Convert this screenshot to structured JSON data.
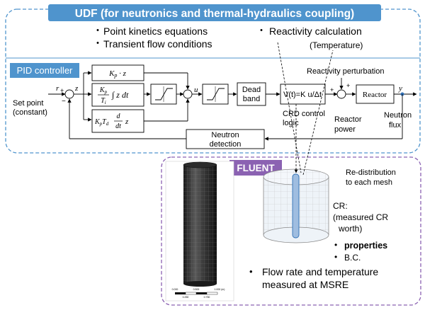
{
  "udf": {
    "title": "UDF (for neutronics and thermal-hydraulics coupling)",
    "bullets": [
      "Point kinetics equations",
      "Transient flow conditions",
      "Reactivity calculation"
    ],
    "reactivity_sub": "(Temperature)"
  },
  "pid": {
    "title": "PID controller",
    "setpoint_line1": "Set point",
    "setpoint_line2": "(constant)",
    "r_label": "r",
    "z_label": "z",
    "u_label": "u",
    "y_label": "y",
    "kp_block": "K_p · z",
    "ki_block": "K_p/T_i ∫ z dt",
    "kd_block": "K_p T_d d/dt z",
    "dead_band_line1": "Dead",
    "dead_band_line2": "band",
    "v_block": "V(t)=K u/Δt",
    "reactor": "Reactor",
    "reactivity_perturbation": "Reactivity perturbation",
    "crd_line1": "CRD control",
    "crd_line2": "logic",
    "reactor_power_line1": "Reactor",
    "reactor_power_line2": "power",
    "neutron_flux_line1": "Neutron",
    "neutron_flux_line2": "flux",
    "neutron_detection_line1": "Neutron",
    "neutron_detection_line2": "detection"
  },
  "fluent": {
    "title": "FLUENT",
    "redistribution_line1": "Re-distribution",
    "redistribution_line2": "to each mesh",
    "cr_line1": "CR:",
    "cr_line2": "(measured CR",
    "cr_line3": "worth)",
    "bullet_properties": "properties",
    "bullet_bc": "B.C.",
    "flow_line1": "Flow rate and temperature",
    "flow_line2": "measured at MSRE",
    "scale_ticks": [
      "0.000",
      "0.250",
      "0.500",
      "0.750",
      "1.000 (m)"
    ]
  },
  "colors": {
    "udf_border": "#4f94cd",
    "udf_title_bg": "#4f94cd",
    "pid_title_bg": "#4f94cd",
    "fluent_border": "#8b62b2",
    "fluent_title_bg": "#8b62b2",
    "signal_line": "#2f6fb5"
  }
}
